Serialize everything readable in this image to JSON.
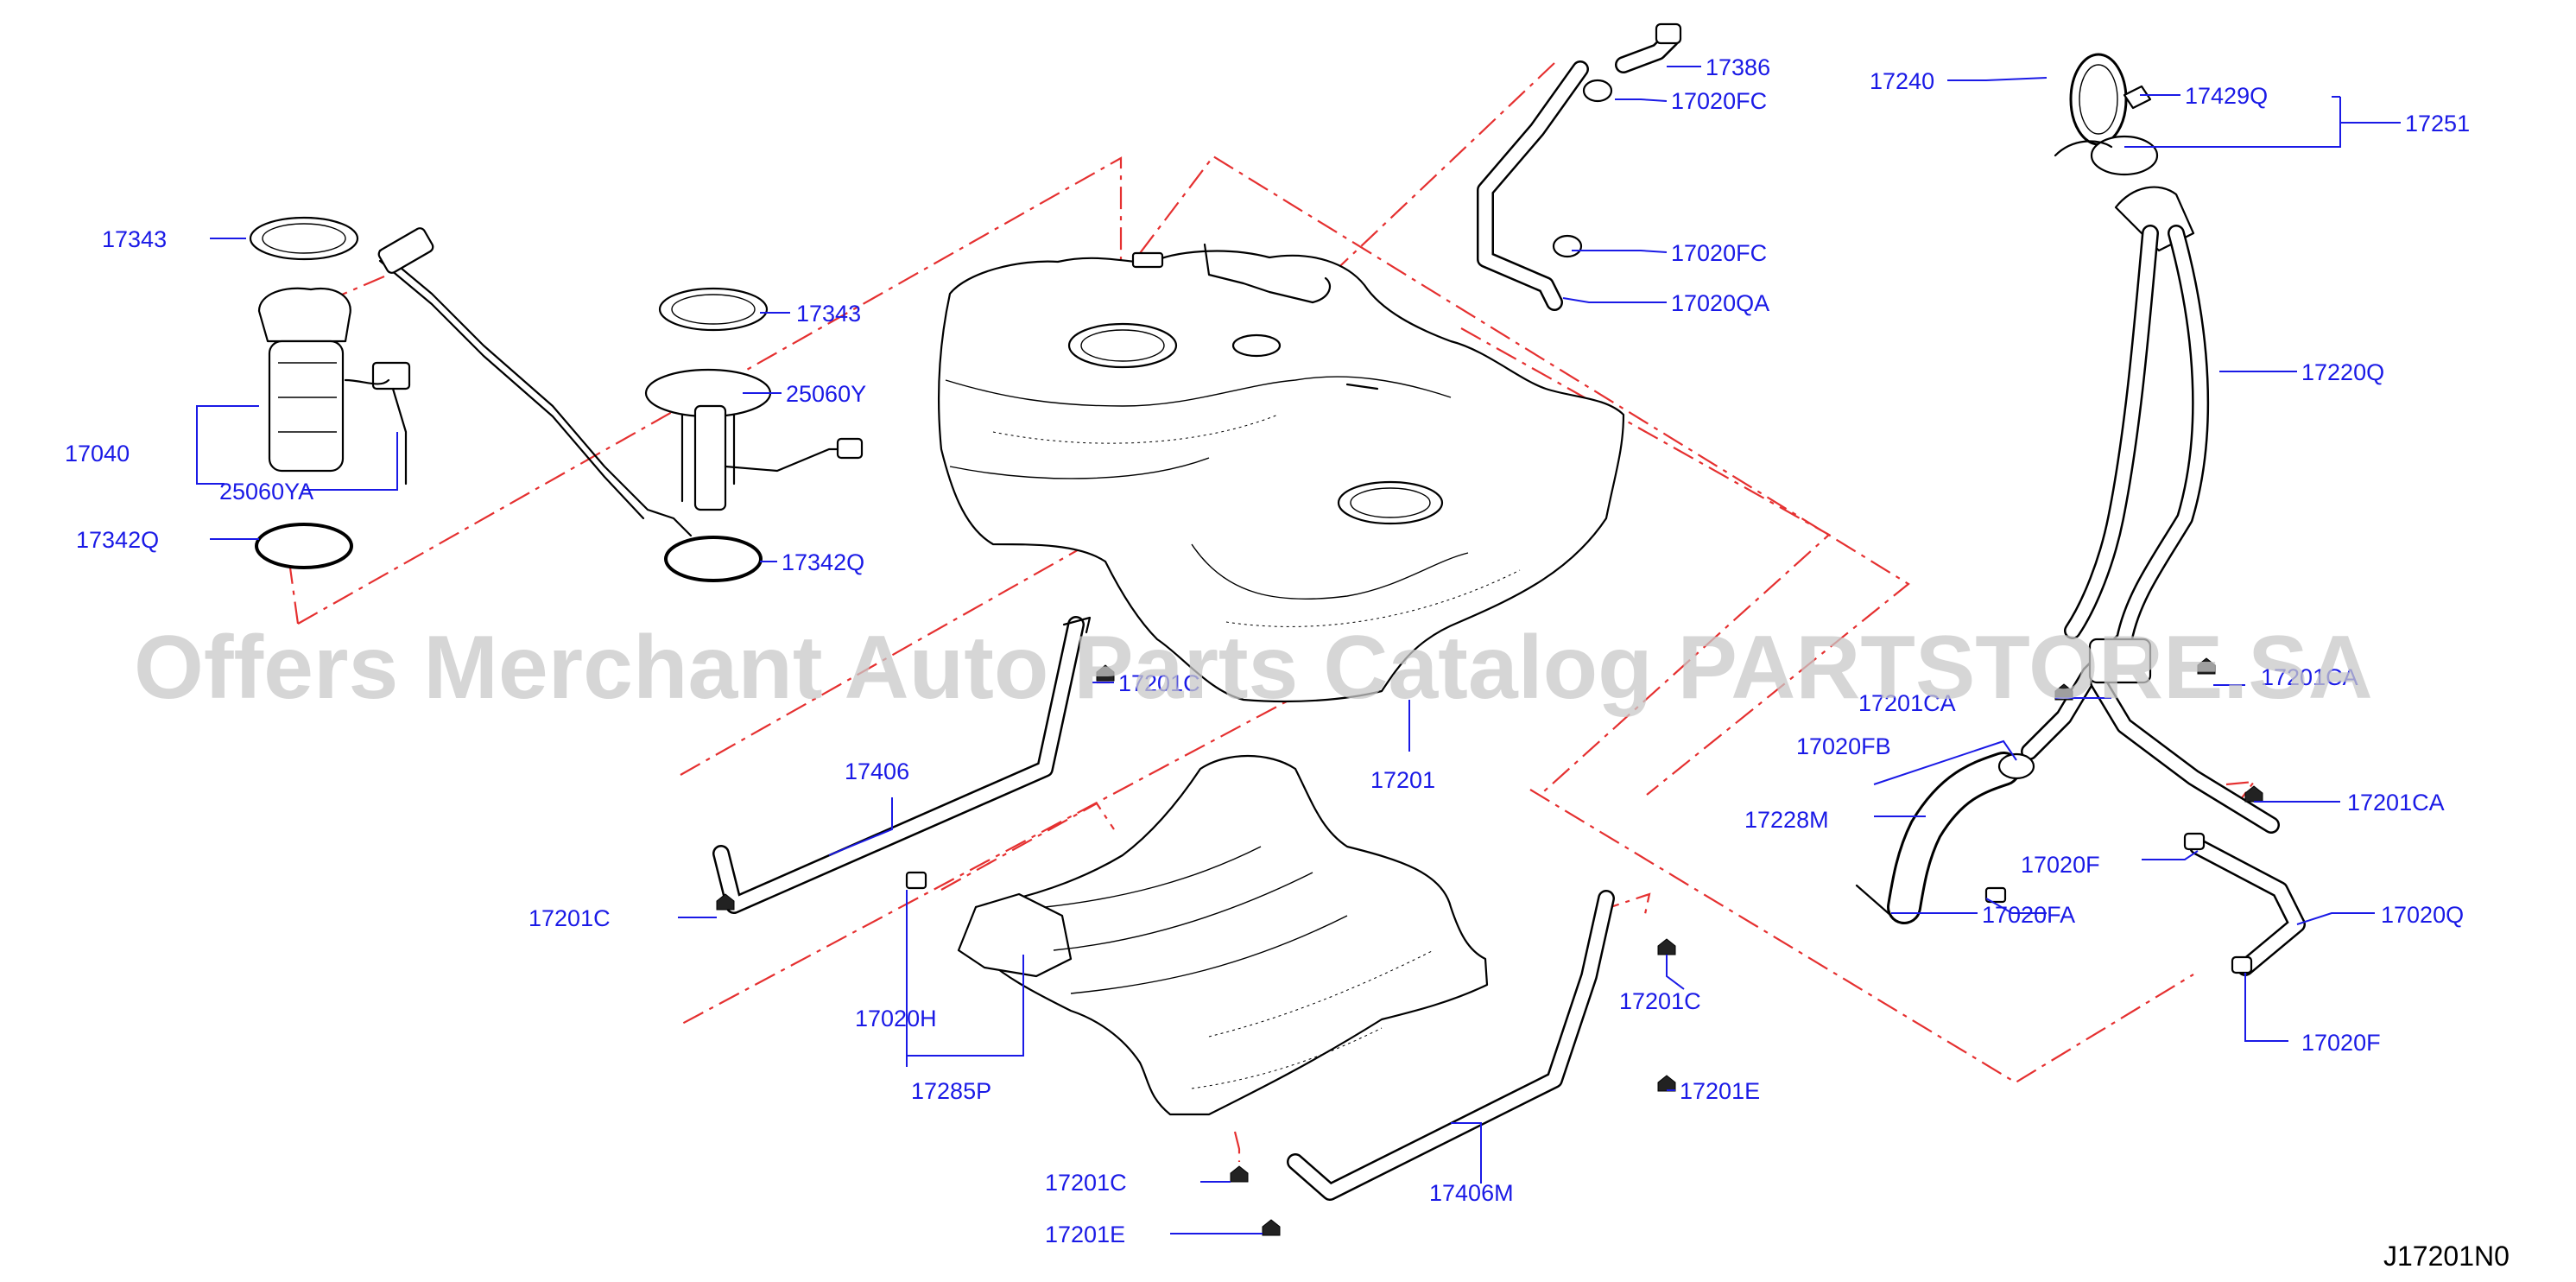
{
  "diagram": {
    "code": "J17201N0",
    "watermark": "Offers Merchant Auto Parts Catalog PARTSTORE.SA",
    "labels": [
      "17343",
      "17040",
      "25060YA",
      "17342Q",
      "17343",
      "25060Y",
      "17342Q",
      "17386",
      "17020FC",
      "17020FC",
      "17020QA",
      "17240",
      "17429Q",
      "17251",
      "17220Q",
      "17201",
      "17201C",
      "17406",
      "17201C",
      "17020H",
      "17285P",
      "17201C",
      "17201E",
      "17201C",
      "17201E",
      "17406M",
      "17201CA",
      "17201CA",
      "17020FB",
      "17228M",
      "17201CA",
      "17020F",
      "17020FA",
      "17020Q",
      "17020F"
    ]
  }
}
